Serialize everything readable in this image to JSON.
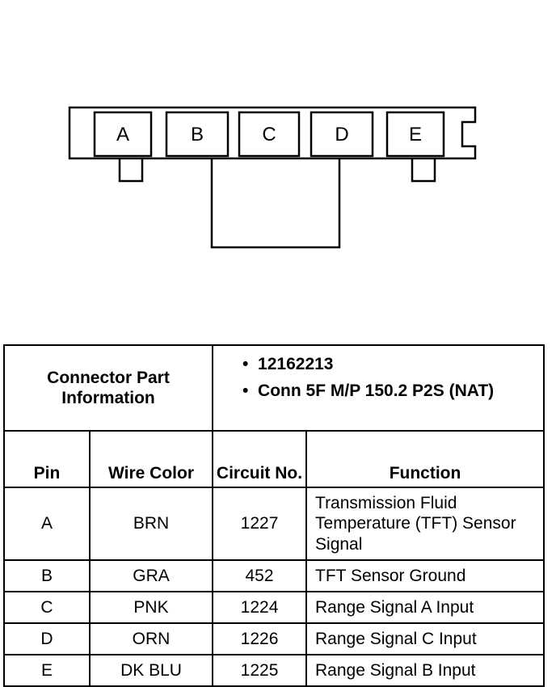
{
  "connector": {
    "pins": [
      "A",
      "B",
      "C",
      "D",
      "E"
    ]
  },
  "part_info": {
    "label": "Connector Part Information",
    "items": [
      "12162213",
      "Conn 5F M/P 150.2 P2S (NAT)"
    ]
  },
  "table": {
    "headers": {
      "pin": "Pin",
      "wire_color": "Wire Color",
      "circuit": "Circuit No.",
      "function": "Function"
    },
    "rows": [
      {
        "pin": "A",
        "wire_color": "BRN",
        "circuit": "1227",
        "function": "Transmission Fluid Temperature (TFT) Sensor Signal"
      },
      {
        "pin": "B",
        "wire_color": "GRA",
        "circuit": "452",
        "function": "TFT Sensor Ground"
      },
      {
        "pin": "C",
        "wire_color": "PNK",
        "circuit": "1224",
        "function": "Range Signal A Input"
      },
      {
        "pin": "D",
        "wire_color": "ORN",
        "circuit": "1226",
        "function": "Range Signal C Input"
      },
      {
        "pin": "E",
        "wire_color": "DK BLU",
        "circuit": "1225",
        "function": "Range Signal B Input"
      }
    ]
  }
}
